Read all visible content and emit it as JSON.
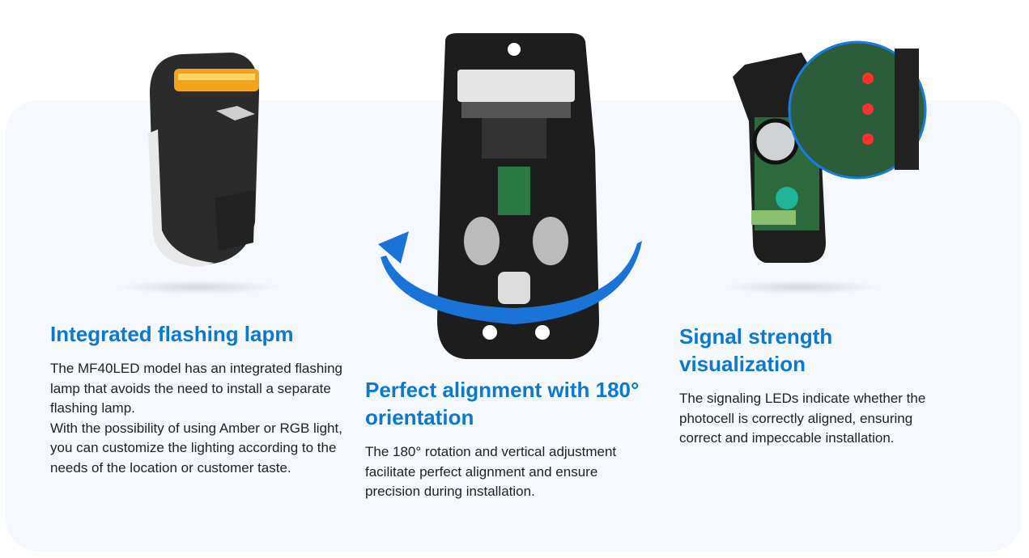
{
  "features": [
    {
      "title": "Integrated flashing lapm",
      "body": "The MF40LED model has an integrated flashing lamp that avoids the need to install a separate flashing lamp.\nWith the possibility of using Amber or RGB light, you can customize the lighting according to the needs of the location or customer taste.",
      "image": "flashing-lamp-photo"
    },
    {
      "title": "Perfect alignment with 180° orientation",
      "body": "The 180° rotation and vertical adjustment facilitate perfect alignment and ensure precision during installation.",
      "image": "photocell-rotation-photo"
    },
    {
      "title": "Signal strength visualization",
      "body": "The signaling LEDs indicate whether the photocell is correctly aligned, ensuring correct and impeccable installation.",
      "image": "photocell-leds-photo"
    }
  ],
  "colors": {
    "accent": "#0b78d1",
    "panel": "#f5f9fe",
    "text": "#222222",
    "arrow": "#1a73d6"
  }
}
